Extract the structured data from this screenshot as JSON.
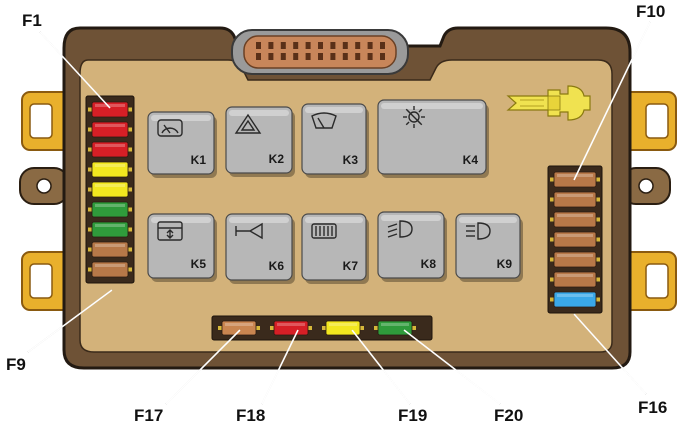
{
  "colors": {
    "board": "#d3b27a",
    "housing": "#6e5236",
    "housing_outline": "#231a12",
    "mount": "#e9b02c",
    "relay": "#b7b7b7",
    "fuse_red": "#d61f26",
    "fuse_yellow": "#f3e71f",
    "fuse_green": "#2f9b3b",
    "fuse_brown": "#b77848",
    "fuse_blue": "#3aa8e8",
    "fuse_tan": "#c98550"
  },
  "left_fuses": [
    {
      "id": "F1",
      "color": "red"
    },
    {
      "id": "F2",
      "color": "red"
    },
    {
      "id": "F3",
      "color": "red"
    },
    {
      "id": "F4",
      "color": "yellow"
    },
    {
      "id": "F5",
      "color": "yellow"
    },
    {
      "id": "F6",
      "color": "green"
    },
    {
      "id": "F7",
      "color": "green"
    },
    {
      "id": "F8",
      "color": "brown"
    },
    {
      "id": "F9",
      "color": "brown"
    }
  ],
  "right_fuses": [
    {
      "id": "F10",
      "color": "brown"
    },
    {
      "id": "F11",
      "color": "brown"
    },
    {
      "id": "F12",
      "color": "brown"
    },
    {
      "id": "F13",
      "color": "brown"
    },
    {
      "id": "F14",
      "color": "brown"
    },
    {
      "id": "F15",
      "color": "brown"
    },
    {
      "id": "F16",
      "color": "blue"
    }
  ],
  "bottom_fuses": [
    {
      "id": "F17",
      "color": "tan"
    },
    {
      "id": "F18",
      "color": "red"
    },
    {
      "id": "F19",
      "color": "yellow"
    },
    {
      "id": "F20",
      "color": "green"
    }
  ],
  "relays": [
    {
      "label": "K1",
      "icon": "rear-wiper-washer-icon"
    },
    {
      "label": "K2",
      "icon": "hazard-warning-icon"
    },
    {
      "label": "K3",
      "icon": "front-wiper-icon"
    },
    {
      "label": "K4",
      "icon": "dashboard-light-icon"
    },
    {
      "label": "K5",
      "icon": "window-lift-icon"
    },
    {
      "label": "K6",
      "icon": "horn-icon"
    },
    {
      "label": "K7",
      "icon": "rear-defroster-icon"
    },
    {
      "label": "K8",
      "icon": "low-beam-icon"
    },
    {
      "label": "K9",
      "icon": "high-beam-icon"
    }
  ],
  "callouts": {
    "f1": "F1",
    "f9": "F9",
    "f10": "F10",
    "f16": "F16",
    "f17": "F17",
    "f18": "F18",
    "f19": "F19",
    "f20": "F20"
  }
}
